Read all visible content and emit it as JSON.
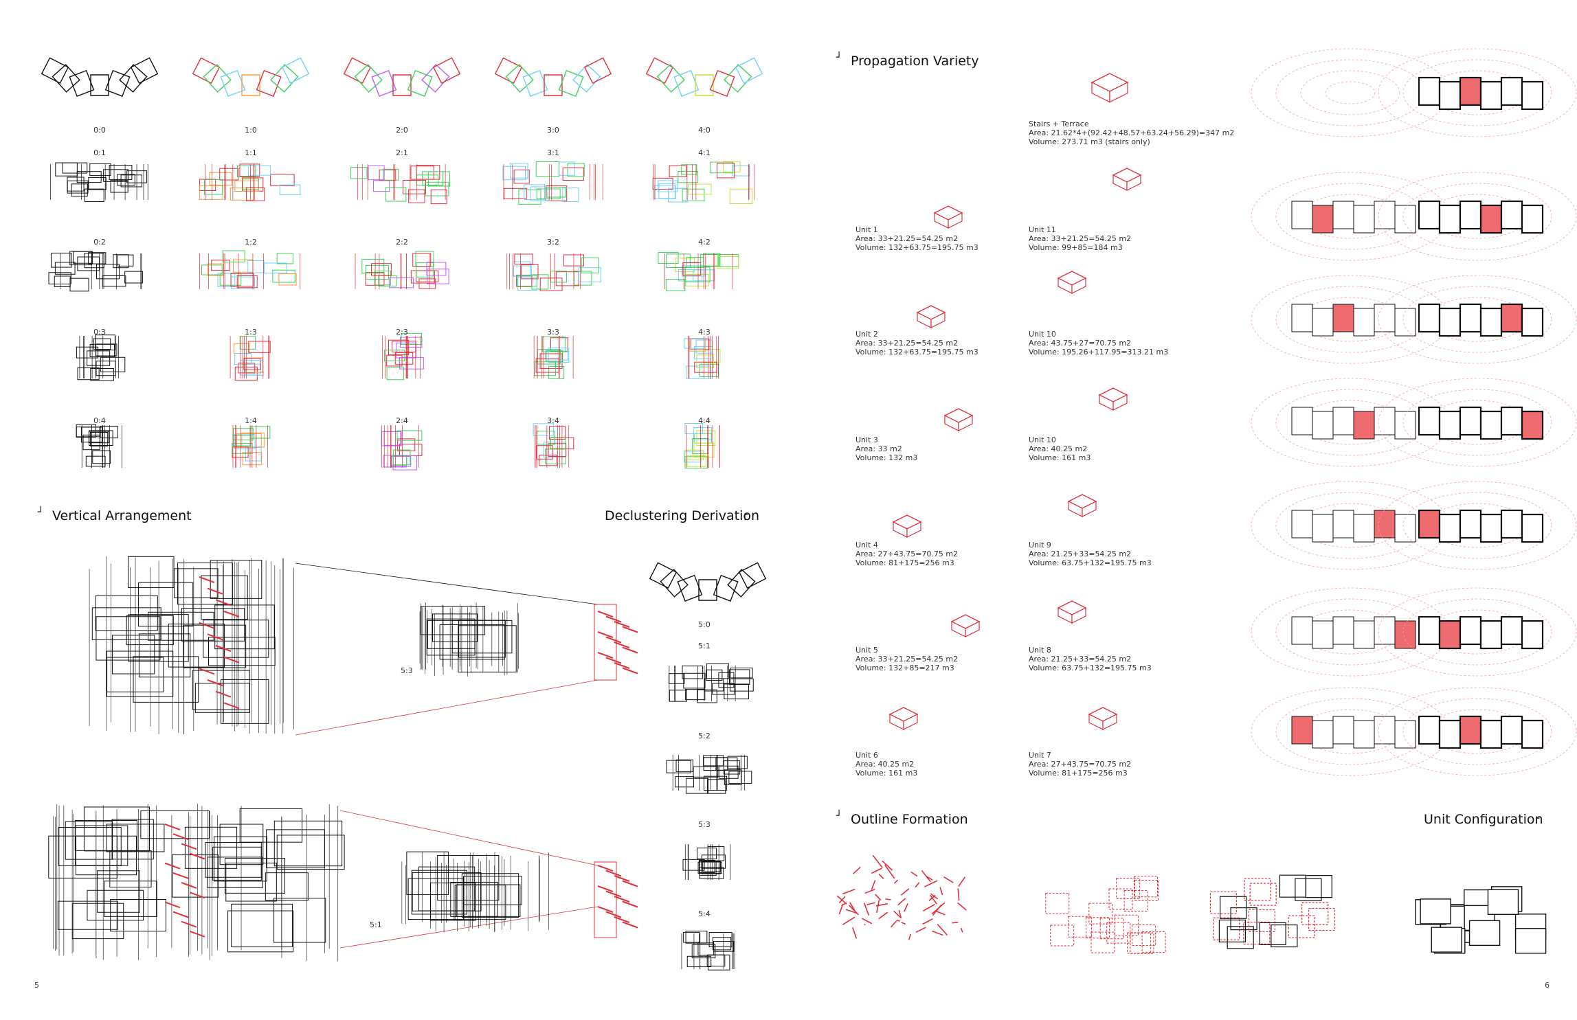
{
  "pages": {
    "left": "5",
    "right": "6"
  },
  "left": {
    "grid_labels": [
      [
        "0:0",
        "1:0",
        "2:0",
        "3:0",
        "4:0"
      ],
      [
        "0:1",
        "1:1",
        "2:1",
        "3:1",
        "4:1"
      ],
      [
        "0:2",
        "1:2",
        "2:2",
        "3:2",
        "4:2"
      ],
      [
        "0:3",
        "1:3",
        "2:3",
        "3:3",
        "4:3"
      ],
      [
        "0:4",
        "1:4",
        "2:4",
        "3:4",
        "4:4"
      ]
    ],
    "vertical_title": "Vertical Arrangement",
    "decluster_title": "Declustering Derivation",
    "decluster_labels": [
      "5:0",
      "5:1",
      "5:2",
      "5:3",
      "5:4"
    ],
    "callouts": [
      "5:3",
      "5:1"
    ]
  },
  "right": {
    "propagation_title": "Propagation Variety",
    "stairs": {
      "title": "Stairs + Terrace",
      "area": "Area: 21.62*4+(92.42+48.57+63.24+56.29)=347 m2",
      "volume": "Volume:  273.71 m3 (stairs only)"
    },
    "units_left": [
      {
        "name": "Unit 1",
        "area": "Area: 33+21.25=54.25 m2",
        "volume": "Volume: 132+63.75=195.75 m3"
      },
      {
        "name": "Unit 2",
        "area": "Area: 33+21.25=54.25 m2",
        "volume": "Volume: 132+63.75=195.75 m3"
      },
      {
        "name": "Unit 3",
        "area": "Area: 33 m2",
        "volume": "Volume: 132 m3"
      },
      {
        "name": "Unit 4",
        "area": "Area: 27+43.75=70.75 m2",
        "volume": "Volume: 81+175=256 m3"
      },
      {
        "name": "Unit 5",
        "area": "Area: 33+21.25=54.25 m2",
        "volume": "Volume: 132+85=217 m3"
      },
      {
        "name": "Unit 6",
        "area": "Area: 40.25 m2",
        "volume": "Volume: 161 m3"
      }
    ],
    "units_right": [
      {
        "name": "Unit 11",
        "area": "Area: 33+21.25=54.25 m2",
        "volume": "Volume: 99+85=184 m3"
      },
      {
        "name": "Unit 10",
        "area": "Area: 43.75+27=70.75 m2",
        "volume": "Volume: 195.26+117.95=313.21 m3"
      },
      {
        "name": "Unit 10",
        "area": "Area: 40.25 m2",
        "volume": "Volume: 161 m3"
      },
      {
        "name": "Unit 9",
        "area": "Area: 21.25+33=54.25 m2",
        "volume": "Volume: 63.75+132=195.75 m3"
      },
      {
        "name": "Unit 8",
        "area": "Area: 21.25+33=54.25 m2",
        "volume": "Volume: 63.75+132=195.75 m3"
      },
      {
        "name": "Unit 7",
        "area": "Area: 27+43.75=70.75 m2",
        "volume": "Volume: 81+175=256 m3"
      }
    ],
    "outline_title": "Outline Formation",
    "unit_config_title": "Unit Configuration"
  },
  "colors": {
    "accent_red": "#e0303a",
    "fill_red": "#ee6b70",
    "line": "#111111"
  }
}
